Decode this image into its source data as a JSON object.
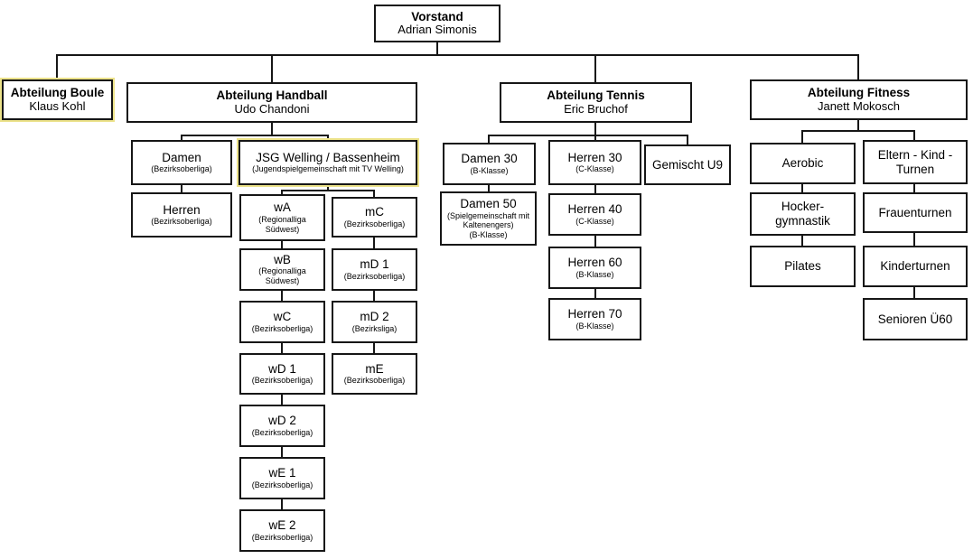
{
  "colors": {
    "border": "#161616",
    "background": "#ffffff",
    "highlight": "#ece28a"
  },
  "nodes": {
    "vorstand": {
      "title": "Vorstand",
      "person": "Adrian Simonis"
    },
    "boule": {
      "title": "Abteilung Boule",
      "person": "Klaus Kohl"
    },
    "handball": {
      "title": "Abteilung Handball",
      "person": "Udo Chandoni"
    },
    "tennis": {
      "title": "Abteilung Tennis",
      "person": "Eric Bruchof"
    },
    "fitness": {
      "title": "Abteilung Fitness",
      "person": "Janett Mokosch"
    },
    "hb_damen": {
      "title": "Damen",
      "sub": "(Bezirksoberliga)"
    },
    "hb_herren": {
      "title": "Herren",
      "sub": "(Bezirksoberliga)"
    },
    "jsg": {
      "title": "JSG Welling / Bassenheim",
      "sub": "(Jugendspielgemeinschaft mit TV Welling)"
    },
    "wA": {
      "title": "wA",
      "sub": "(Regionalliga Südwest)"
    },
    "wB": {
      "title": "wB",
      "sub": "(Regionalliga Südwest)"
    },
    "wC": {
      "title": "wC",
      "sub": "(Bezirksoberliga)"
    },
    "wD1": {
      "title": "wD 1",
      "sub": "(Bezirksoberliga)"
    },
    "wD2": {
      "title": "wD 2",
      "sub": "(Bezirksoberliga)"
    },
    "wE1": {
      "title": "wE 1",
      "sub": "(Bezirksoberliga)"
    },
    "wE2": {
      "title": "wE 2",
      "sub": "(Bezirksoberliga)"
    },
    "mC": {
      "title": "mC",
      "sub": "(Bezirksoberliga)"
    },
    "mD1": {
      "title": "mD 1",
      "sub": "(Bezirksoberliga)"
    },
    "mD2": {
      "title": "mD 2",
      "sub": "(Bezirksliga)"
    },
    "mE": {
      "title": "mE",
      "sub": "(Bezirksoberliga)"
    },
    "damen30": {
      "title": "Damen 30",
      "sub": "(B-Klasse)"
    },
    "damen50": {
      "title": "Damen 50",
      "sub": "(Spielgemeinschaft mit Kaltenengers)",
      "sub2": "(B-Klasse)"
    },
    "herren30": {
      "title": "Herren 30",
      "sub": "(C-Klasse)"
    },
    "herren40": {
      "title": "Herren 40",
      "sub": "(C-Klasse)"
    },
    "herren60": {
      "title": "Herren 60",
      "sub": "(B-Klasse)"
    },
    "herren70": {
      "title": "Herren 70",
      "sub": "(B-Klasse)"
    },
    "gemischtU9": {
      "title": "Gemischt U9"
    },
    "aerobic": {
      "title": "Aerobic"
    },
    "hocker": {
      "title": "Hocker-gymnastik"
    },
    "pilates": {
      "title": "Pilates"
    },
    "elternkind": {
      "title": "Eltern - Kind - Turnen"
    },
    "frauenturnen": {
      "title": "Frauenturnen"
    },
    "kinderturnen": {
      "title": "Kinderturnen"
    },
    "senioren": {
      "title": "Senioren Ü60"
    }
  }
}
